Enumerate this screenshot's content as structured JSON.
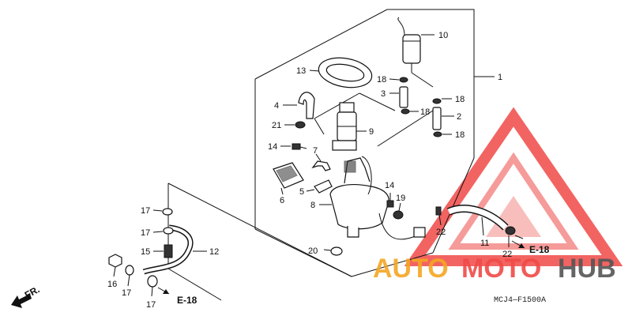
{
  "callouts": [
    {
      "id": "c10",
      "text": "10"
    },
    {
      "id": "c1",
      "text": "1"
    },
    {
      "id": "c13",
      "text": "13"
    },
    {
      "id": "c18a",
      "text": "18"
    },
    {
      "id": "c3",
      "text": "3"
    },
    {
      "id": "c18b",
      "text": "18"
    },
    {
      "id": "c18c",
      "text": "18"
    },
    {
      "id": "c2",
      "text": "2"
    },
    {
      "id": "c18d",
      "text": "18"
    },
    {
      "id": "c4",
      "text": "4"
    },
    {
      "id": "c21",
      "text": "21"
    },
    {
      "id": "c9",
      "text": "9"
    },
    {
      "id": "c14a",
      "text": "14"
    },
    {
      "id": "c7",
      "text": "7"
    },
    {
      "id": "c6",
      "text": "6"
    },
    {
      "id": "c5",
      "text": "5"
    },
    {
      "id": "c14b",
      "text": "14"
    },
    {
      "id": "c19",
      "text": "19"
    },
    {
      "id": "c8",
      "text": "8"
    },
    {
      "id": "c22a",
      "text": "22"
    },
    {
      "id": "c11",
      "text": "11"
    },
    {
      "id": "c22b",
      "text": "22"
    },
    {
      "id": "c20",
      "text": "20"
    },
    {
      "id": "c17a",
      "text": "17"
    },
    {
      "id": "c17b",
      "text": "17"
    },
    {
      "id": "c15",
      "text": "15"
    },
    {
      "id": "c12",
      "text": "12"
    },
    {
      "id": "c16",
      "text": "16"
    },
    {
      "id": "c17c",
      "text": "17"
    },
    {
      "id": "c17d",
      "text": "17"
    }
  ],
  "references": {
    "e18_right": "E-18",
    "e18_left": "E-18",
    "front": "FR."
  },
  "diagram_code": "MCJ4—F1500A",
  "watermark": {
    "part1": "AUTO",
    "part2": "MOTO",
    "part3": "HUB",
    "color_red": "#f04a47",
    "color_orange": "#f5a623",
    "color_gray": "#555555"
  }
}
